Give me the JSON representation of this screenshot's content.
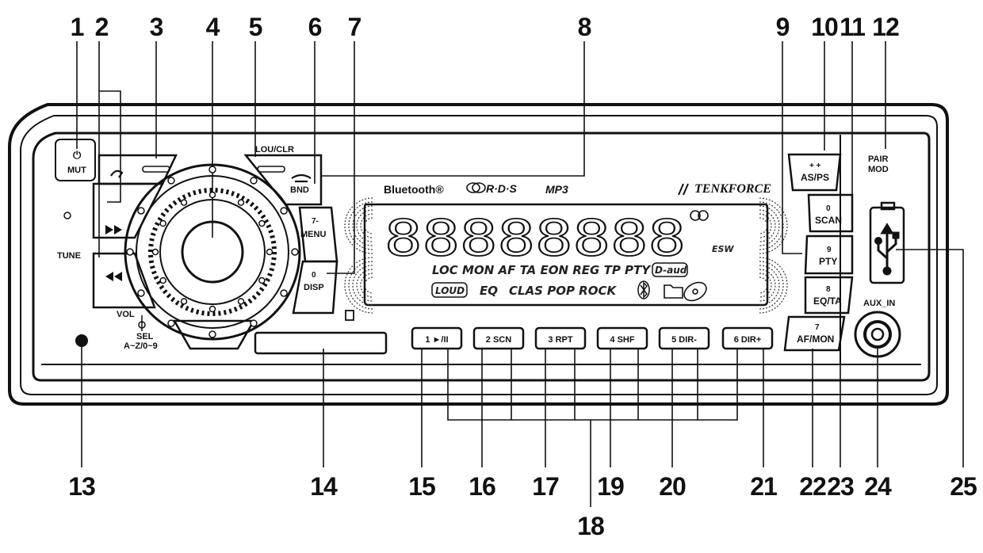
{
  "callouts": [
    "1",
    "2",
    "3",
    "4",
    "5",
    "6",
    "7",
    "8",
    "9",
    "10",
    "11",
    "12",
    "13",
    "14",
    "15",
    "16",
    "17",
    "18",
    "19",
    "20",
    "21",
    "22",
    "23",
    "24",
    "25"
  ],
  "controls": {
    "mut_icon": "⏻",
    "mut": "MUT",
    "lou_clr": "LOU/CLR",
    "bnd": "BND",
    "menu_num": "7-",
    "menu": "MENU",
    "disp_num": "0",
    "disp": "DISP",
    "tune": "TUNE",
    "vol": "VOL",
    "sel": "SEL",
    "az": "A~Z/0~9",
    "as_ps_arrows": "+ +",
    "as_ps": "AS/PS",
    "scan_num": "0",
    "scan": "SCAN",
    "pty_num": "9",
    "pty": "PTY",
    "eq_ta_num": "8",
    "eq_ta": "EQ/TA",
    "af_mon_num": "7",
    "af_mon": "AF/MON",
    "pair": "PAIR",
    "mod": "MOD",
    "aux_in": "AUX_IN"
  },
  "presets": [
    "1 ►/II",
    "2 SCN",
    "3 RPT",
    "4 SHF",
    "5 DIR-",
    "6 DIR+"
  ],
  "brands": {
    "bluetooth": "Bluetooth®",
    "rds": "R·D·S",
    "mp3": "MP3",
    "tenkforce": "TENKFORCE"
  },
  "display": {
    "segments": "88888888",
    "indicators_row1": [
      "LOC",
      "MON",
      "AF",
      "TA",
      "EON",
      "REG",
      "TP",
      "PTY"
    ],
    "d_aud": "D-aud",
    "loud": "LOUD",
    "eq": "EQ",
    "eq_modes": [
      "CLAS",
      "POP",
      "ROCK"
    ],
    "esw": "ESW"
  }
}
